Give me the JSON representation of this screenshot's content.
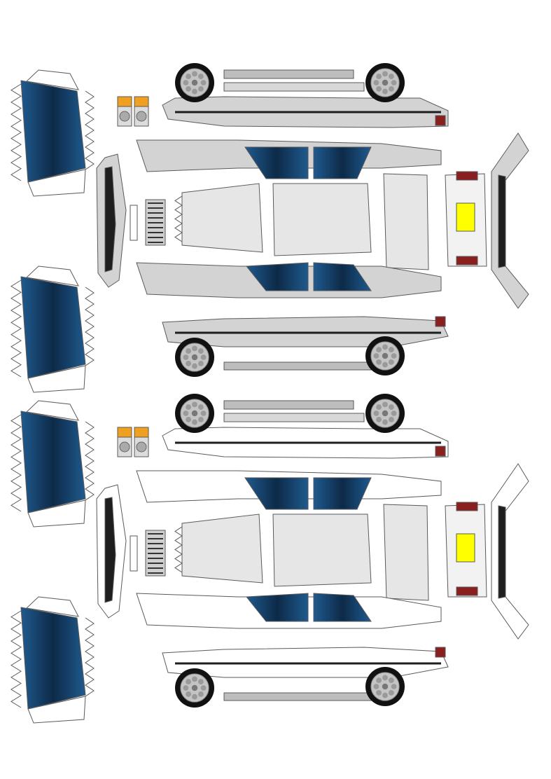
{
  "sheet": {
    "kits": [
      {
        "id": "kit-1",
        "variant": "silver",
        "body_color": "#d3d3d3"
      },
      {
        "id": "kit-2",
        "variant": "white",
        "body_color": "#ffffff"
      }
    ],
    "colors": {
      "glass_dark": "#0d2a48",
      "glass_light": "#1f5a8e",
      "outline": "#5a5a5a",
      "trim_dark": "#1e1e1e",
      "chrome": "#e9e9e9",
      "plate_yellow": "#ffff00",
      "indicator_orange": "#f0a020",
      "tail_light_red": "#8a1f1f",
      "tire_black": "#111111",
      "rim_gray": "#c4c4c4"
    },
    "icons": {
      "wheel": "alloy-wheel-icon",
      "headlight": "headlight-icon",
      "grille": "grille-icon",
      "license_plate": "license-plate-icon",
      "tail_light": "tail-light-icon"
    }
  }
}
